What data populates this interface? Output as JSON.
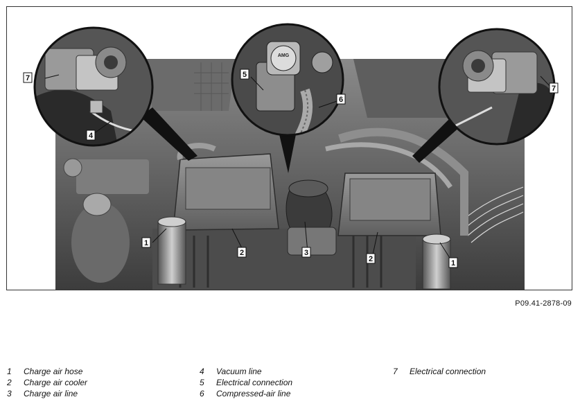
{
  "figure": {
    "reference_code": "P09.41-2878-09",
    "callout_labels": {
      "c1a": "1",
      "c1b": "1",
      "c2a": "2",
      "c2b": "2",
      "c3": "3",
      "c4": "4",
      "c5": "5",
      "c6": "6",
      "c7a": "7",
      "c7b": "7"
    },
    "sensor_text": "AMG"
  },
  "legend": {
    "items": [
      {
        "num": "1",
        "label": "Charge air hose"
      },
      {
        "num": "2",
        "label": "Charge air cooler"
      },
      {
        "num": "3",
        "label": "Charge air line"
      },
      {
        "num": "4",
        "label": "Vacuum line"
      },
      {
        "num": "5",
        "label": "Electrical connection"
      },
      {
        "num": "6",
        "label": "Compressed-air line"
      },
      {
        "num": "7",
        "label": "Electrical connection"
      }
    ]
  },
  "colors": {
    "engine_dark": "#3a3a3a",
    "engine_mid": "#7a7a7a",
    "engine_light": "#bdbdbd",
    "callout_fill": "#ffffff",
    "frame_border": "#333333"
  }
}
